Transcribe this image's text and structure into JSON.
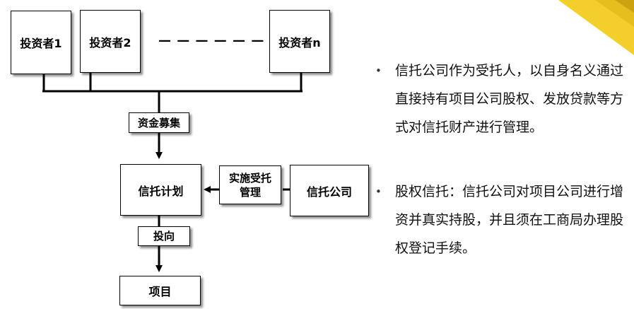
{
  "nodes": {
    "investor1": "投资者1",
    "investor2": "投资者2",
    "investorn": "投资者n",
    "ellipsis": "— — — — — —",
    "fund_raising": "资金募集",
    "trust_plan": "信托计划",
    "implement_trust": "实施受托\n管理",
    "trust_company": "信托公司",
    "invest_direction": "投向",
    "project": "项目"
  },
  "bullets": [
    {
      "marker": "•",
      "text": "信托公司作为受托人，以自身名义通过直接持有项目公司股权、发放贷款等方式对信托财产进行管理。"
    },
    {
      "marker": "•",
      "text": "股权信托：信托公司对项目公司进行增资并真实持股，并且须在工商局办理股权登记手续。"
    }
  ],
  "colors": {
    "accent_yellow": "#f2cf2a",
    "stroke": "#000000"
  }
}
